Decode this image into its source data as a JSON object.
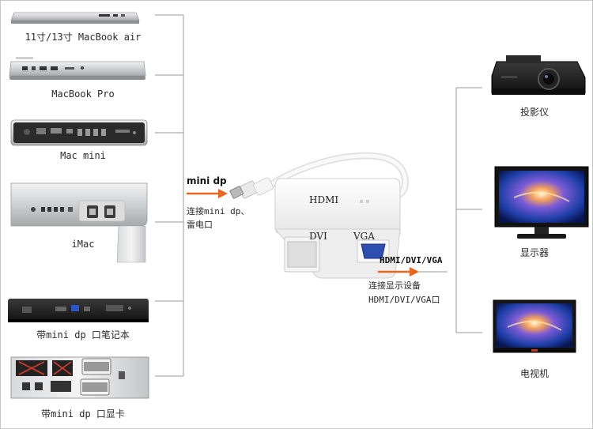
{
  "sources": {
    "macbook_air": "11寸/13寸 MacBook air",
    "macbook_pro": "MacBook Pro",
    "mac_mini": "Mac mini",
    "imac": "iMac",
    "laptop": "带mini dp 口笔记本",
    "graphics_card": "带mini dp 口显卡"
  },
  "input": {
    "title": "mini dp",
    "desc_line1": "连接mini dp、",
    "desc_line2": "雷电口"
  },
  "adapter": {
    "port_hdmi": "HDMI",
    "port_dvi": "DVI",
    "port_vga": "VGA"
  },
  "output": {
    "title": "HDMI/DVI/VGA",
    "desc_line1": "连接显示设备",
    "desc_line2": "HDMI/DVI/VGA口"
  },
  "targets": {
    "projector": "投影仪",
    "monitor": "显示器",
    "tv": "电视机"
  },
  "colors": {
    "arrow": "#e8661f",
    "line": "#9a9a9a"
  }
}
